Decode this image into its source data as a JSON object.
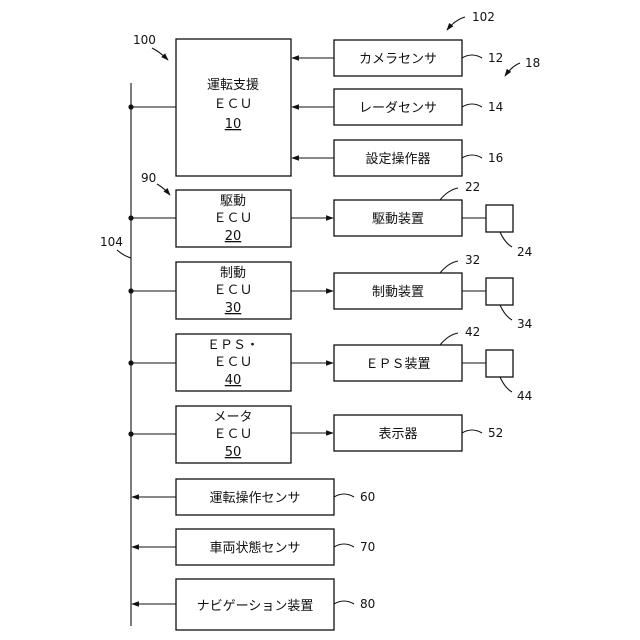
{
  "blocks": {
    "adas_ecu": {
      "line1": "運転支援",
      "line2": "ＥＣＵ",
      "line3": "10"
    },
    "drive_ecu": {
      "line1": "駆動",
      "line2": "ＥＣＵ",
      "line3": "20"
    },
    "brake_ecu": {
      "line1": "制動",
      "line2": "ＥＣＵ",
      "line3": "30"
    },
    "eps_ecu": {
      "line1": "ＥＰＳ・",
      "line2": "ＥＣＵ",
      "line3": "40"
    },
    "meter_ecu": {
      "line1": "メータ",
      "line2": "ＥＣＵ",
      "line3": "50"
    },
    "camera_sensor": "カメラセンサ",
    "radar_sensor": "レーダセンサ",
    "setting_device": "設定操作器",
    "drive_device": "駆動装置",
    "brake_device": "制動装置",
    "eps_device": "ＥＰＳ装置",
    "display": "表示器",
    "driving_sensor": "運転操作センサ",
    "vehicle_sensor": "車両状態センサ",
    "navigation": "ナビゲーション装置"
  },
  "refs": {
    "r100": "100",
    "r102": "102",
    "r18": "18",
    "r12": "12",
    "r14": "14",
    "r16": "16",
    "r90": "90",
    "r22": "22",
    "r24": "24",
    "r104": "104",
    "r32": "32",
    "r34": "34",
    "r42": "42",
    "r44": "44",
    "r52": "52",
    "r60": "60",
    "r70": "70",
    "r80": "80"
  }
}
